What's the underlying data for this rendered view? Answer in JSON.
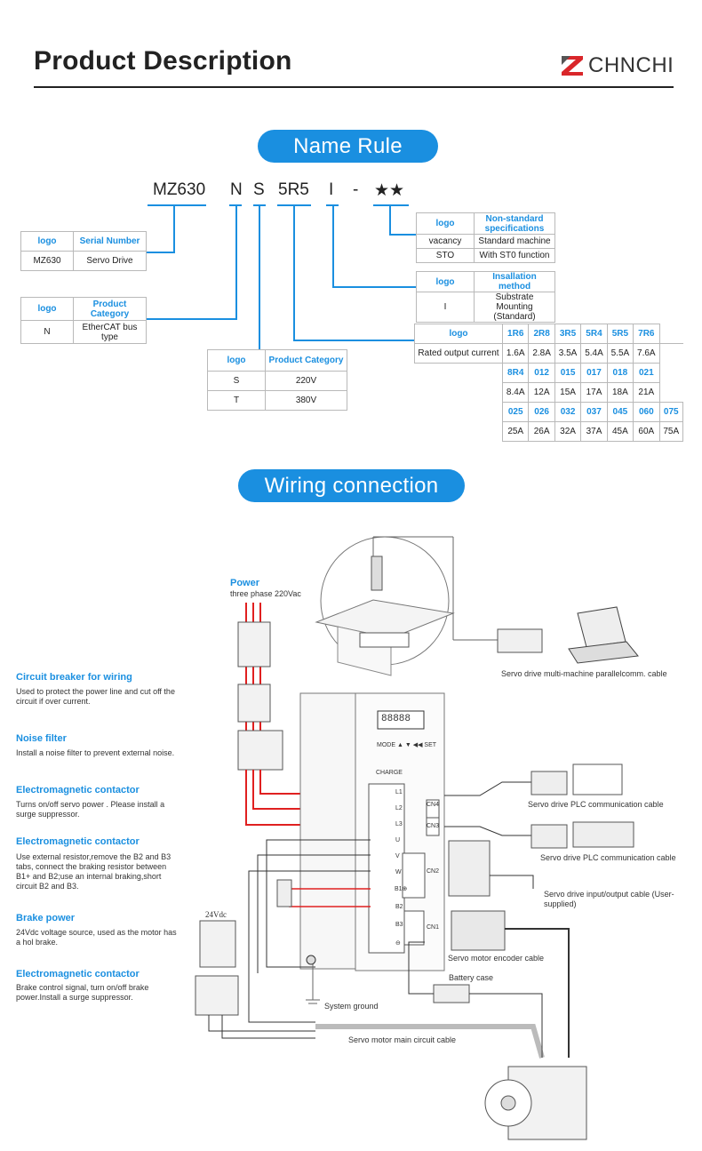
{
  "header": {
    "title": "Product Description",
    "brand_name": "CHNCHI"
  },
  "name_rule": {
    "title": "Name Rule",
    "codes": [
      "MZ630",
      "N",
      "S",
      "5R5",
      "I",
      "-",
      "★★"
    ],
    "serial_table": {
      "headers": [
        "logo",
        "Serial Number"
      ],
      "row": [
        "MZ630",
        "Servo Drive"
      ]
    },
    "product_table": {
      "headers": [
        "logo",
        "Product Category"
      ],
      "row": [
        "N",
        "EtherCAT bus type"
      ]
    },
    "voltage_table": {
      "headers": [
        "logo",
        "Product Category"
      ],
      "rows": [
        [
          "S",
          "220V"
        ],
        [
          "T",
          "380V"
        ]
      ]
    },
    "nonstd_table": {
      "headers": [
        "logo",
        "Non-standard specifications"
      ],
      "rows": [
        [
          "vacancy",
          "Standard machine"
        ],
        [
          "STO",
          "With ST0 function"
        ]
      ]
    },
    "install_table": {
      "headers": [
        "logo",
        "Insallation method"
      ],
      "row": [
        "I",
        "Substrate Mounting (Standard)"
      ]
    },
    "current_table": {
      "logo_label": "logo",
      "row_label": "Rated output current",
      "groups": [
        {
          "codes": [
            "1R6",
            "2R8",
            "3R5",
            "5R4",
            "5R5",
            "7R6"
          ],
          "values": [
            "1.6A",
            "2.8A",
            "3.5A",
            "5.4A",
            "5.5A",
            "7.6A"
          ]
        },
        {
          "codes": [
            "8R4",
            "012",
            "015",
            "017",
            "018",
            "021"
          ],
          "values": [
            "8.4A",
            "12A",
            "15A",
            "17A",
            "18A",
            "21A"
          ]
        },
        {
          "codes": [
            "025",
            "026",
            "032",
            "037",
            "045",
            "060",
            "075"
          ],
          "values": [
            "25A",
            "26A",
            "32A",
            "37A",
            "45A",
            "60A",
            "75A"
          ]
        }
      ]
    }
  },
  "wiring": {
    "title": "Wiring connection",
    "power_title": "Power",
    "power_sub": "three phase 220Vac",
    "labels": [
      {
        "title": "Circuit breaker for wiring",
        "desc": "Used to protect the power line and cut off the circuit if over current."
      },
      {
        "title": "Noise filter",
        "desc": "Install a noise filter to prevent external noise."
      },
      {
        "title": "Electromagnetic contactor",
        "desc": "Turns on/off servo power . Please install a surge suppressor."
      },
      {
        "title": "Electromagnetic contactor",
        "desc": "Use external resistor,remove the B2 and B3 tabs, connect the braking resistor between B1+ and B2;use an internal braking,short circuit B2 and B3."
      },
      {
        "title": "Brake power",
        "desc": "24Vdc voltage source, used as the motor has a hol brake."
      },
      {
        "title": "Electromagnetic contactor",
        "desc": "Brake control signal, turn on/off brake power.Install a surge suppressor."
      }
    ],
    "captions": {
      "multi_cable": "Servo drive multi-machine parallelcomm. cable",
      "plc_cable_1": "Servo drive PLC communication cable",
      "plc_cable_2": "Servo drive PLC communication cable",
      "io_cable": "Servo drive input/output cable (User-supplied)",
      "encoder_cable": "Servo motor encoder cable",
      "battery_case": "Battery case",
      "system_ground": "System ground",
      "main_cable": "Servo motor main circuit cable",
      "vdc": "24Vdc"
    },
    "drive": {
      "display": "88888",
      "keys_label": "MODE ▲  ▼  ◀◀ SET",
      "charge": "CHARGE",
      "terminals": [
        "L1",
        "L2",
        "L3",
        "U",
        "V",
        "W",
        "B1⊕",
        "B2",
        "B3",
        "⊖"
      ],
      "ports": [
        "CN4",
        "CN3",
        "CN2",
        "CN1"
      ]
    }
  },
  "colors": {
    "accent": "#1a8fe0",
    "wire_red": "#e02020",
    "text": "#222222"
  }
}
